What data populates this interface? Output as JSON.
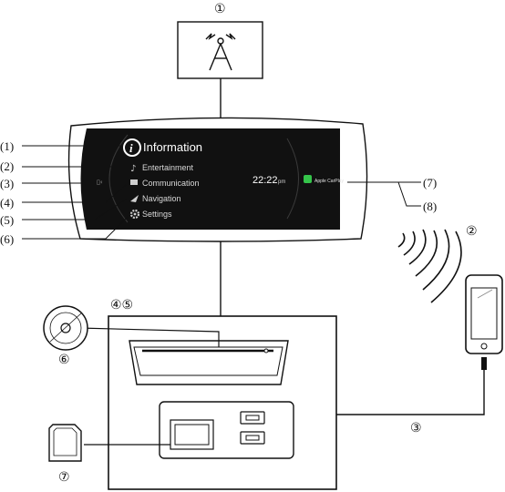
{
  "callouts_circled": {
    "c1": "①",
    "c2": "②",
    "c3": "③",
    "c45": "④⑤",
    "c6": "⑥",
    "c7": "⑦"
  },
  "callouts_left": [
    "(1)",
    "(2)",
    "(3)",
    "(4)",
    "(5)",
    "(6)"
  ],
  "callouts_right": [
    "(7)",
    "(8)"
  ],
  "screen": {
    "menu": {
      "information": "Information",
      "entertainment": "Entertainment",
      "communication": "Communication",
      "navigation": "Navigation",
      "settings": "Settings"
    },
    "clock": "22:22",
    "clock_suffix": "pm",
    "carplay_label": "Apple CarPlay"
  },
  "icons": [
    "antenna-icon",
    "info-icon",
    "music-note-icon",
    "chat-icon",
    "navigation-arrow-icon",
    "gear-icon",
    "carplay-icon",
    "cd-disc-icon",
    "sd-card-icon",
    "smartphone-icon",
    "wireless-waves-icon",
    "usb-plug-icon"
  ]
}
